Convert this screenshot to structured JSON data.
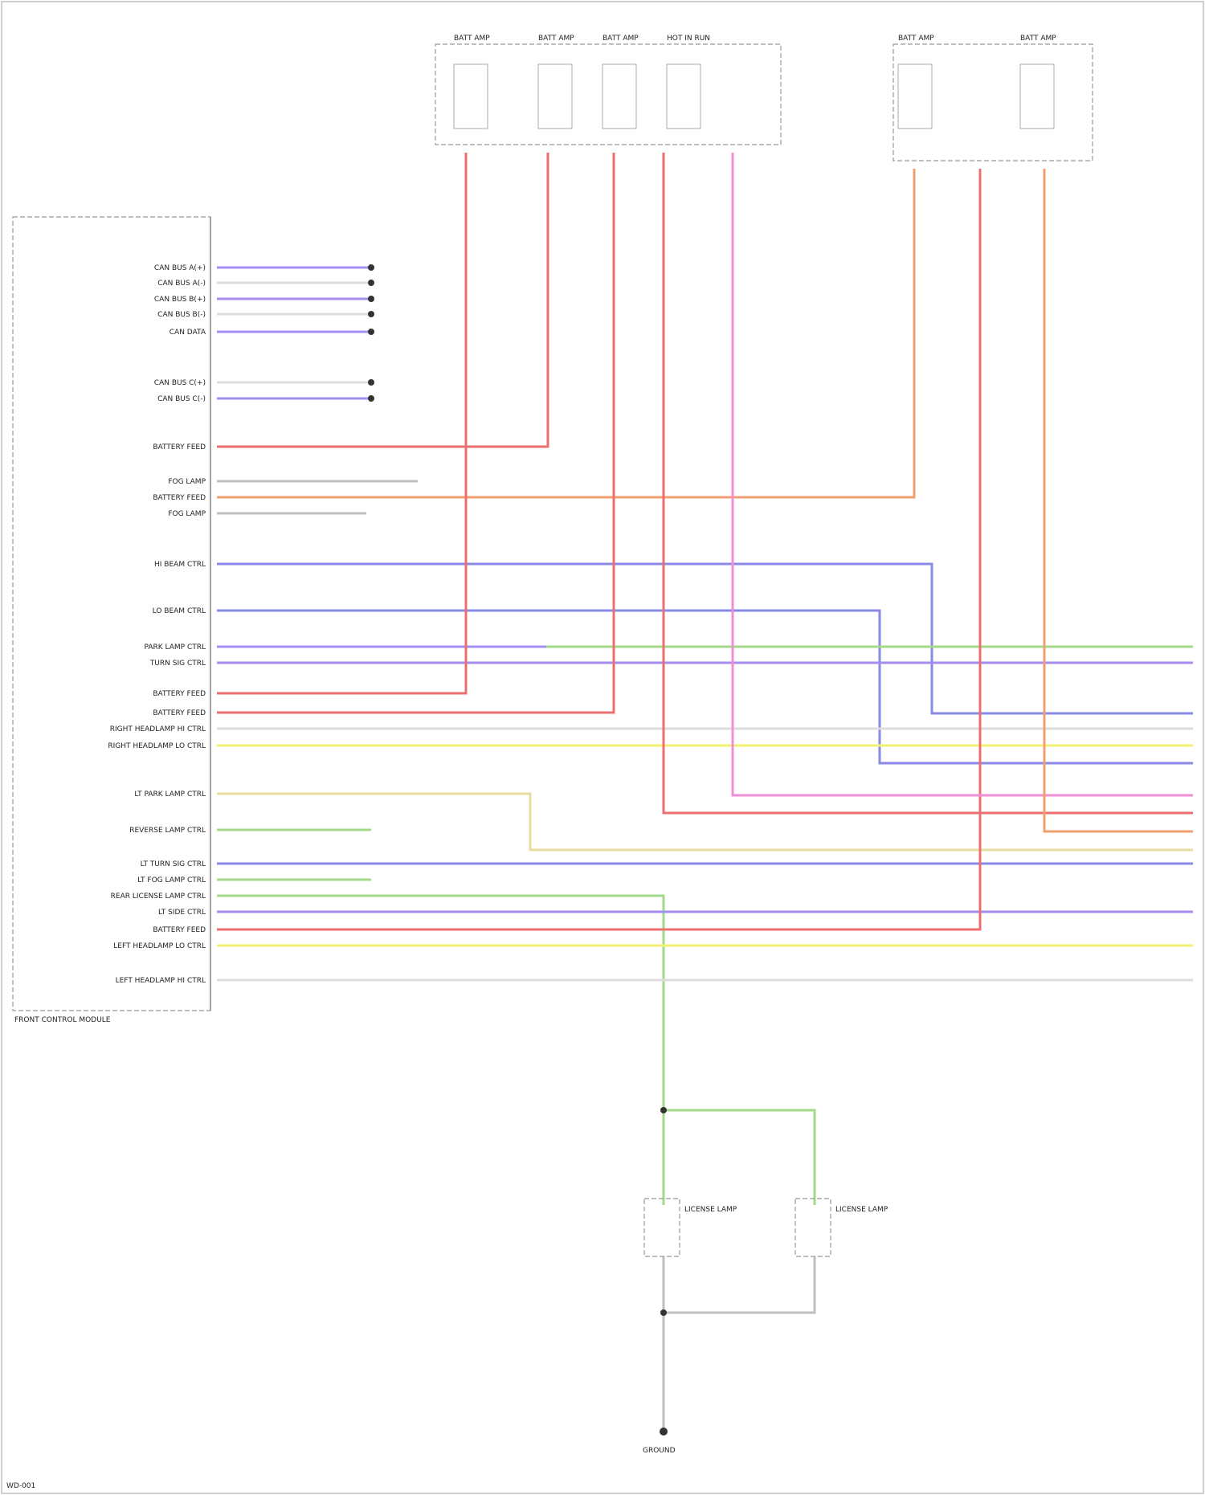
{
  "colors": {
    "red": "#ec6f6f",
    "orange": "#f0a070",
    "blue": "#8a8ae6",
    "violet": "#a68ef0",
    "green": "#a4d98a",
    "yellow": "#f2f070",
    "pink": "#f08ed4",
    "gray": "#bfbfbf",
    "lightgray": "#dddddd",
    "gold": "#e8dca0"
  },
  "fuses": [
    {
      "label": "BATT AMP"
    },
    {
      "label": "BATT AMP"
    },
    {
      "label": "BATT AMP"
    },
    {
      "label": "HOT IN RUN"
    },
    {
      "label": "BATT AMP"
    },
    {
      "label": "BATT AMP"
    }
  ],
  "module": {
    "title": "FRONT CONTROL MODULE"
  },
  "left_labels": [
    "CAN BUS A(+)",
    "CAN BUS A(-)",
    "CAN BUS B(+)",
    "CAN BUS B(-)",
    "CAN DATA",
    "CAN BUS C(+)",
    "CAN BUS C(-)",
    "BATTERY FEED",
    "FOG LAMP",
    "BATTERY FEED",
    "FOG LAMP",
    "HI BEAM CTRL",
    "LO BEAM CTRL",
    "PARK LAMP CTRL",
    "TURN SIG CTRL",
    "BATTERY FEED",
    "BATTERY FEED",
    "RIGHT HEADLAMP HI CTRL",
    "RIGHT HEADLAMP LO CTRL",
    "LT PARK LAMP CTRL",
    "REVERSE LAMP CTRL",
    "LT TURN SIG CTRL",
    "LT FOG LAMP CTRL",
    "REAR LICENSE LAMP CTRL",
    "LT SIDE CTRL",
    "BATTERY FEED",
    "LEFT HEADLAMP LO CTRL",
    "LEFT HEADLAMP HI CTRL"
  ],
  "lamps": [
    {
      "label": "LICENSE LAMP"
    },
    {
      "label": "LICENSE LAMP"
    }
  ],
  "ground": {
    "label": "GROUND"
  },
  "footer": {
    "code": "WD-001"
  }
}
